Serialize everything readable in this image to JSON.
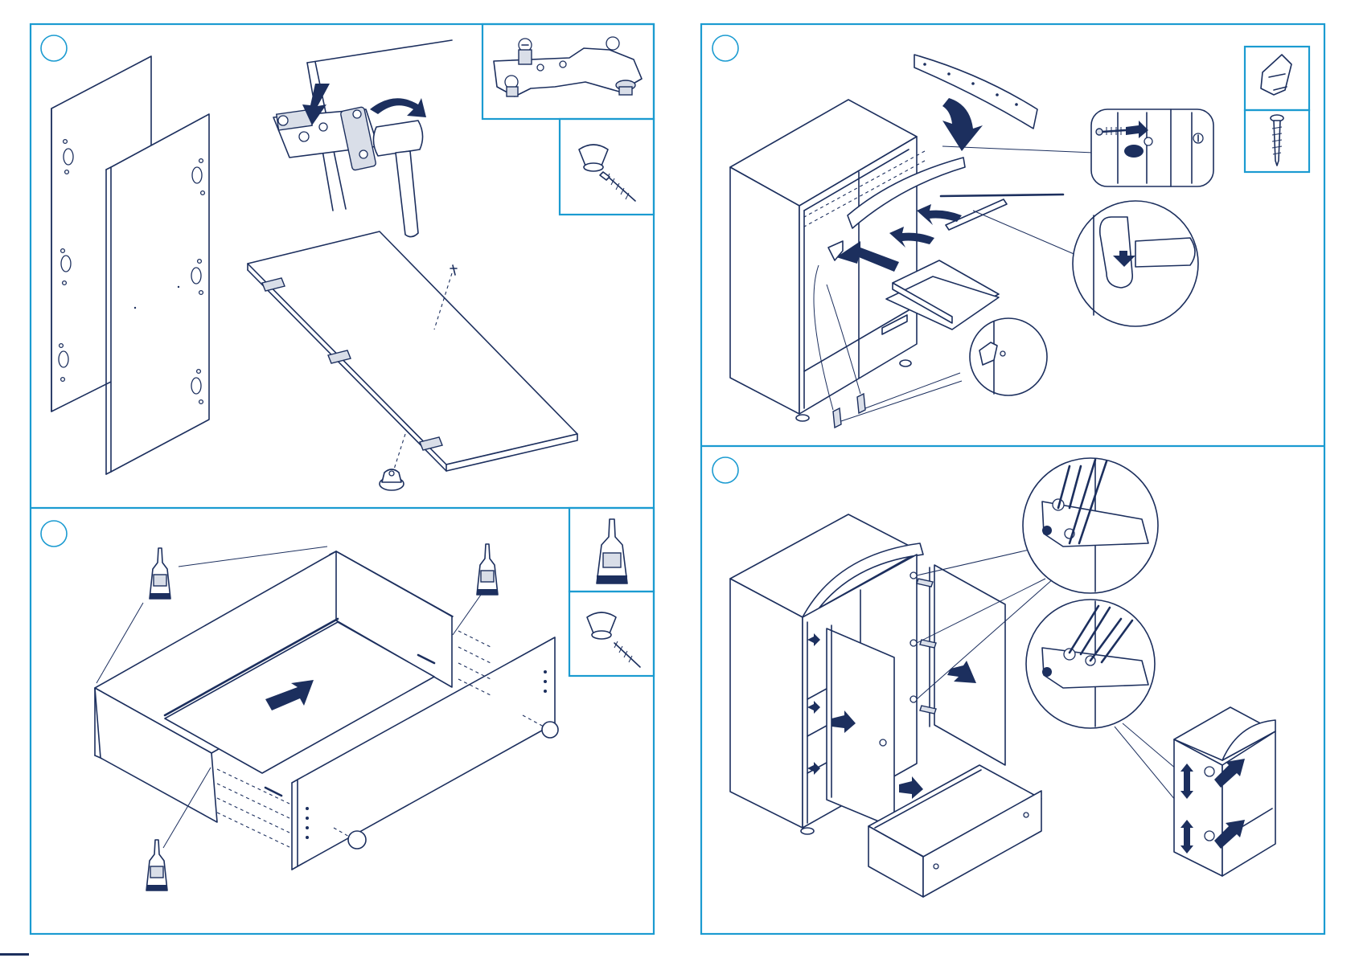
{
  "document": {
    "type": "assembly-instructions",
    "pages": [
      {
        "panels": [
          "step-top-left",
          "step-bottom-left"
        ]
      },
      {
        "panels": [
          "step-top-right",
          "step-bottom-right"
        ]
      }
    ]
  },
  "colors": {
    "frame": "#1b9bd1",
    "line": "#1c2f5e",
    "paper": "#ffffff"
  },
  "icons": [
    "hinge-icon",
    "knob-screw-icon",
    "hammer-icon",
    "glue-bottle-icon",
    "screwdriver-icon",
    "cam-lock-icon",
    "wall-bracket-icon",
    "wood-screw-icon"
  ]
}
